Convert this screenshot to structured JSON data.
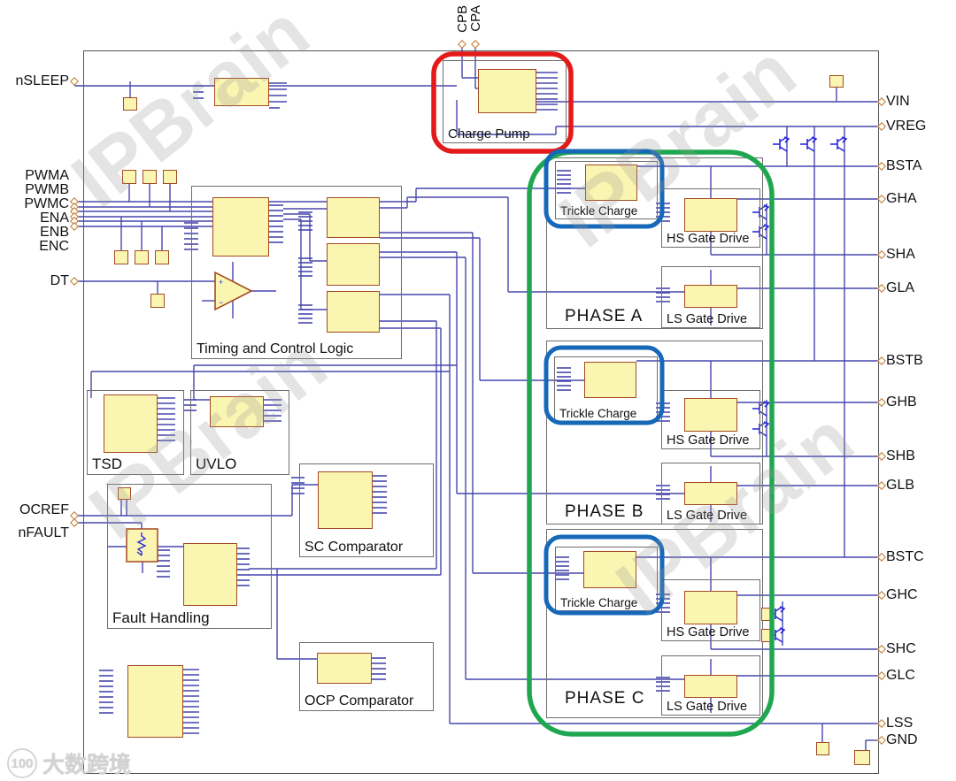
{
  "pins": {
    "left": [
      "nSLEEP",
      "PWMA",
      "PWMB",
      "PWMC",
      "ENA",
      "ENB",
      "ENC",
      "DT",
      "OCREF",
      "nFAULT"
    ],
    "top": [
      "CPB",
      "CPA"
    ],
    "right": [
      "VIN",
      "VREG",
      "BSTA",
      "GHA",
      "SHA",
      "GLA",
      "BSTB",
      "GHB",
      "SHB",
      "GLB",
      "BSTC",
      "GHC",
      "SHC",
      "GLC",
      "LSS",
      "GND"
    ]
  },
  "blocks": {
    "charge_pump": "Charge Pump",
    "timing": "Timing and Control Logic",
    "tsd": "TSD",
    "uvlo": "UVLO",
    "fault": "Fault Handling",
    "sc_comp": "SC Comparator",
    "ocp_comp": "OCP Comparator",
    "trickle": "Trickle Charge",
    "hs_drive": "HS Gate Drive",
    "ls_drive": "LS Gate Drive"
  },
  "phases": [
    {
      "label": "PHASE A"
    },
    {
      "label": "PHASE B"
    },
    {
      "label": "PHASE C"
    }
  ],
  "watermark": {
    "text": "IPBrain",
    "logo_badge": "100",
    "logo_text": "大数跨境"
  },
  "colors": {
    "wire": "#4747ad",
    "device_blue": "#2a2ae0",
    "ic_fill": "#fbf5b2",
    "ic_border": "#a34a21",
    "box_border": "#6e6e6e",
    "highlight_red": "#e41a1a",
    "highlight_blue": "#1668b8",
    "highlight_green": "#1fa750"
  }
}
